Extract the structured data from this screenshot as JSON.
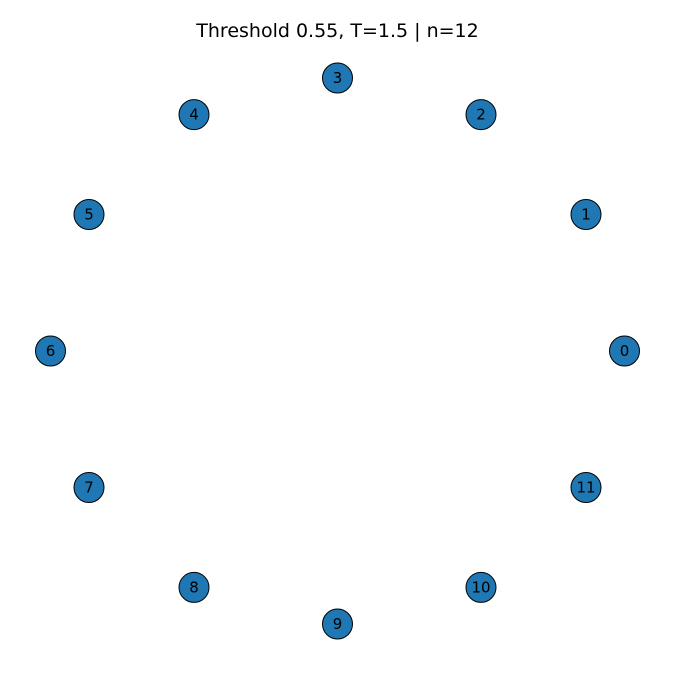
{
  "title": "Threshold 0.55, T=1.5 | n=12",
  "graph": {
    "layout": "circular",
    "node_color": "#1f77b4",
    "node_edge_color": "#000000",
    "nodes": [
      "0",
      "1",
      "2",
      "3",
      "4",
      "5",
      "6",
      "7",
      "8",
      "9",
      "10",
      "11"
    ],
    "edges": []
  }
}
